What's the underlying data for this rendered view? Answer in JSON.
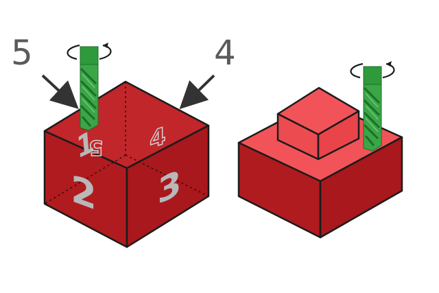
{
  "callouts": {
    "left": "5",
    "right": "4"
  },
  "faces": {
    "top": "1",
    "front": "2",
    "side": "3",
    "back_right": "4",
    "back_left": "5"
  },
  "colors": {
    "top": "#c0262a",
    "front": "#b01b1f",
    "side": "#a8181c",
    "boss_light": "#f25358",
    "boss_mid": "#ec4b50",
    "boss_dark": "#b11a1e",
    "tool": "#2e9a3c",
    "tool_dark": "#1d6e2a",
    "outline": "#1b1b1b"
  },
  "icons": [
    "rotation-arrow-icon",
    "end-mill-tool-icon",
    "pointer-arrow-icon"
  ]
}
